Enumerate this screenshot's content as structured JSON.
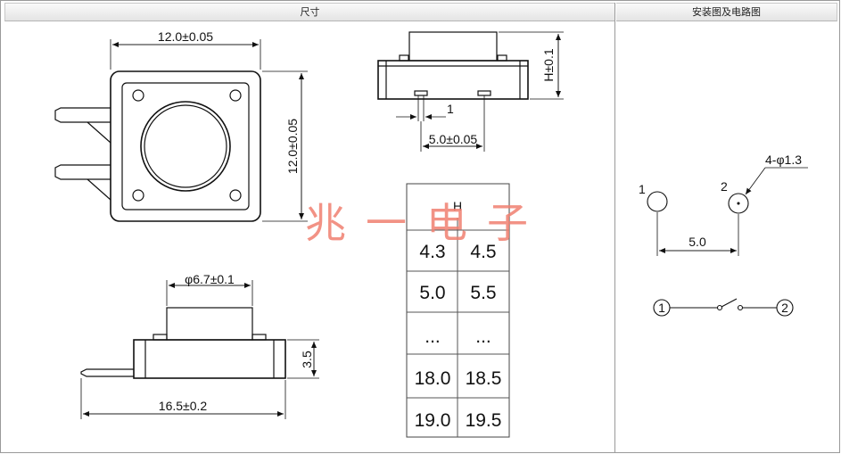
{
  "headers": {
    "dimensions": "尺寸",
    "install": "安装图及电路图"
  },
  "top_view": {
    "width_dim": "12.0±0.05",
    "height_dim": "12.0±0.05"
  },
  "side_view_top": {
    "h_dim": "H±0.1",
    "pin_dim": "1",
    "pitch_dim": "5.0±0.05"
  },
  "side_view_bottom": {
    "cap_dim": "φ6.7±0.1",
    "body_h_dim": "3.5",
    "length_dim": "16.5±0.2"
  },
  "h_table": {
    "header": "H",
    "rows": [
      [
        "4.3",
        "4.5"
      ],
      [
        "5.0",
        "5.5"
      ],
      [
        "...",
        "..."
      ],
      [
        "18.0",
        "18.5"
      ],
      [
        "19.0",
        "19.5"
      ]
    ]
  },
  "watermark": "兆一电子",
  "install_diagram": {
    "hole_dim": "4-φ1.3",
    "pin1": "1",
    "pin2": "2",
    "spacing": "5.0"
  },
  "circuit": {
    "node1": "1",
    "node2": "2"
  }
}
